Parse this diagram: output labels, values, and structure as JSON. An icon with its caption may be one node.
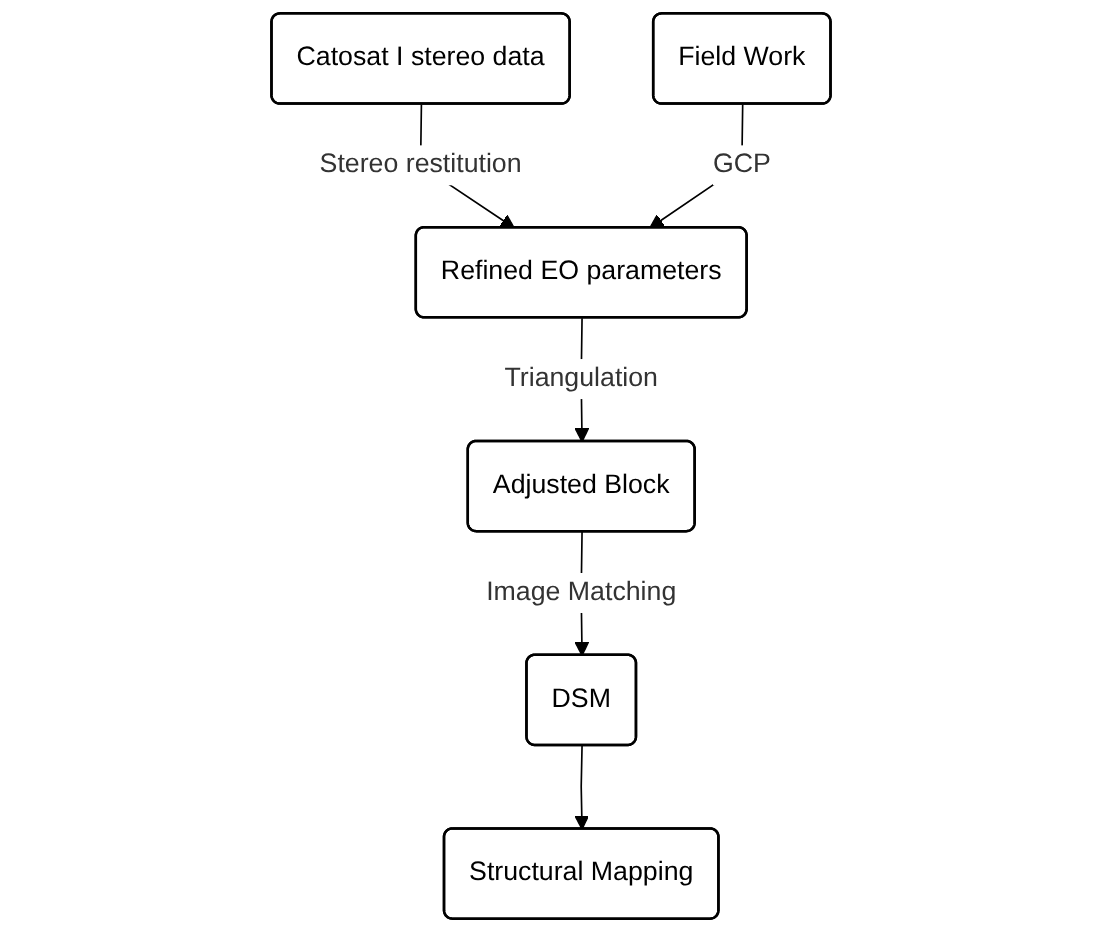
{
  "diagram": {
    "nodes": [
      {
        "text": [
          "Catosat I stereo data"
        ]
      },
      {
        "text": [
          "Field Work"
        ]
      },
      {
        "text": [
          "Refined EO parameters"
        ]
      },
      {
        "text": [
          "Adjusted Block"
        ]
      },
      {
        "text": [
          "DSM"
        ]
      },
      {
        "text": [
          "Structural Mapping"
        ]
      }
    ],
    "edges": [
      {
        "from": 0,
        "to": 2,
        "arrow": "to",
        "label": "Stereo restitution"
      },
      {
        "from": 1,
        "to": 2,
        "arrow": "to",
        "label": "GCP"
      },
      {
        "from": 2,
        "to": 3,
        "arrow": "to",
        "label": "Triangulation"
      },
      {
        "from": 3,
        "to": 4,
        "arrow": "to",
        "label": "Image Matching"
      },
      {
        "from": 4,
        "to": 5,
        "arrow": "to"
      }
    ]
  }
}
